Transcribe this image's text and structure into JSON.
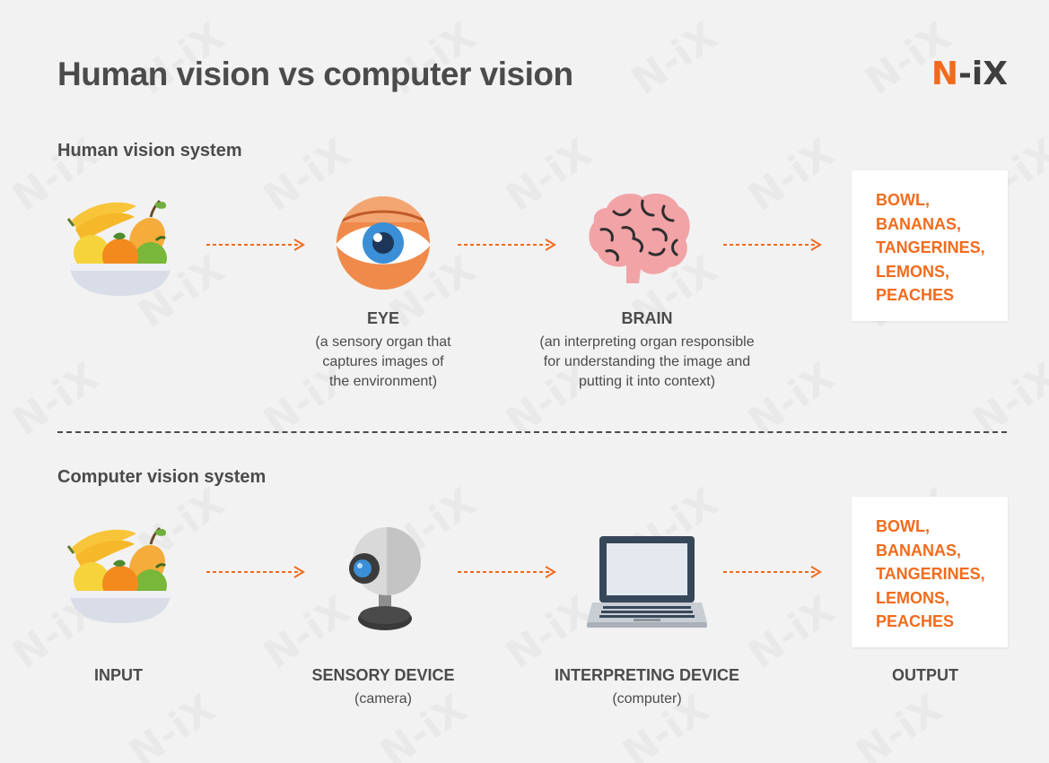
{
  "title": "Human vision vs computer vision",
  "logo": {
    "n": "N",
    "rest": "-iX",
    "watermark": "N-iX",
    "accent_color": "#f26b1d",
    "text_color": "#3e3e3e"
  },
  "human": {
    "label": "Human vision system",
    "eye": {
      "title": "EYE",
      "desc_lines": [
        "(a sensory organ that",
        "captures images of",
        "the environment)"
      ]
    },
    "brain": {
      "title": "BRAIN",
      "desc_lines": [
        "(an interpreting organ responsible",
        "for understanding the image and",
        "putting it into context)"
      ]
    },
    "output": [
      "BOWL,",
      "BANANAS,",
      "TANGERINES,",
      "LEMONS,",
      "PEACHES"
    ]
  },
  "computer": {
    "label": "Computer vision system",
    "input": {
      "title": "INPUT"
    },
    "sensory": {
      "title": "SENSORY DEVICE",
      "desc": "(camera)"
    },
    "interpreting": {
      "title": "INTERPRETING DEVICE",
      "desc": "(computer)"
    },
    "output_label": {
      "title": "OUTPUT"
    },
    "output": [
      "BOWL,",
      "BANANAS,",
      "TANGERINES,",
      "LEMONS,",
      "PEACHES"
    ]
  },
  "icons": [
    "fruit-bowl-icon",
    "eye-icon",
    "brain-icon",
    "webcam-icon",
    "laptop-icon",
    "arrow-right-icon"
  ]
}
